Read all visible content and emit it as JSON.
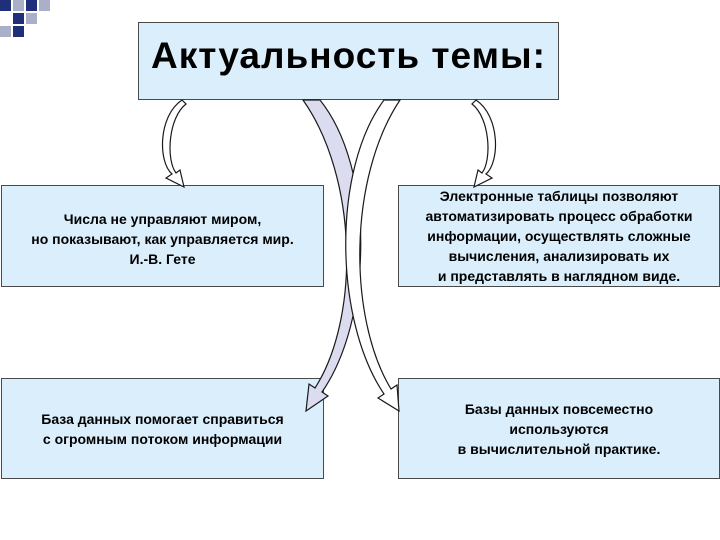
{
  "colors": {
    "box_fill": "#dbeefb",
    "box_border": "#4a4a4a",
    "arrow_fill": "#ffffff",
    "arrow_shade": "#dcdcf0",
    "arrow_stroke": "#1a1a1a",
    "square_navy": "#1f2f7a",
    "square_gray": "#a9b0c8"
  },
  "title": "Актуальность темы:",
  "nodes": {
    "top_left": "Числа не управляют миром,\nно показывают, как управляется мир.\nИ.-В. Гете",
    "top_right": "Электронные таблицы позволяют\nавтоматизировать процесс обработки\nинформации, осуществлять сложные\nвычисления, анализировать их\n и представлять в наглядном виде.",
    "bottom_left": "База данных помогает справиться\nс  огромным потоком информации",
    "bottom_right": "Базы данных повсеместно\nиспользуются\nв вычислительной практике."
  }
}
